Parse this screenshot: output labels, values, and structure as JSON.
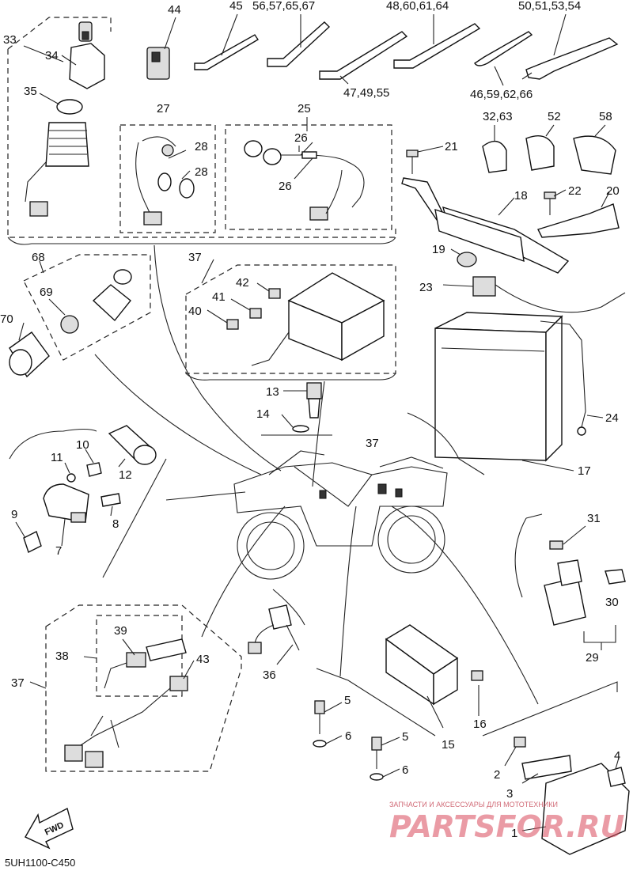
{
  "callouts": {
    "c1": "1",
    "c2": "2",
    "c3": "3",
    "c4": "4",
    "c5a": "5",
    "c5b": "5",
    "c6a": "6",
    "c6b": "6",
    "c7": "7",
    "c8": "8",
    "c9": "9",
    "c10": "10",
    "c11": "11",
    "c12": "12",
    "c13": "13",
    "c14": "14",
    "c15": "15",
    "c16": "16",
    "c17": "17",
    "c18": "18",
    "c19": "19",
    "c20": "20",
    "c21": "21",
    "c22": "22",
    "c23": "23",
    "c24": "24",
    "c25": "25",
    "c26a": "26",
    "c26b": "26",
    "c27": "27",
    "c28a": "28",
    "c28b": "28",
    "c29": "29",
    "c30": "30",
    "c31": "31",
    "c32_63": "32,63",
    "c33": "33",
    "c34": "34",
    "c35": "35",
    "c36": "36",
    "c37a": "37",
    "c37b": "37",
    "c37c": "37",
    "c38": "38",
    "c39": "39",
    "c40": "40",
    "c41": "41",
    "c42": "42",
    "c43": "43",
    "c44": "44",
    "c45": "45",
    "c46_59_62_66": "46,59,62,66",
    "c47_49_55": "47,49,55",
    "c48_60_61_64": "48,60,61,64",
    "c50_51_53_54": "50,51,53,54",
    "c52": "52",
    "c56_57_65_67": "56,57,65,67",
    "c58": "58",
    "c68": "68",
    "c69": "69",
    "c70": "70"
  },
  "diagram_code": "5UH1100-C450",
  "fwd_label": "FWD",
  "watermark": {
    "tagline": "ЗАПЧАСТИ И АКСЕССУАРЫ ДЛЯ МОТОТЕХНИКИ",
    "brand": "PARTSFOR.RU"
  },
  "colors": {
    "ink": "#111111",
    "watermark": "#d94a5c"
  }
}
